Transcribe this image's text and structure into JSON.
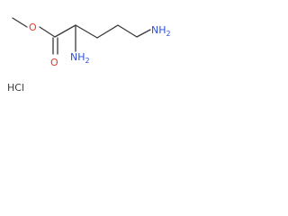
{
  "molecule": {
    "atom_labels": {
      "ester_oxygen": "O",
      "carbonyl_oxygen": "O",
      "alpha_amine": "NH",
      "alpha_amine_subscript": "2",
      "terminal_amine": "NH",
      "terminal_amine_subscript": "2",
      "salt": "HCl"
    },
    "colors": {
      "bond": "#3a3a3a",
      "oxygen": "#e23a2c",
      "nitrogen": "#2d4fd6",
      "salt": "#3a3a3a"
    }
  }
}
